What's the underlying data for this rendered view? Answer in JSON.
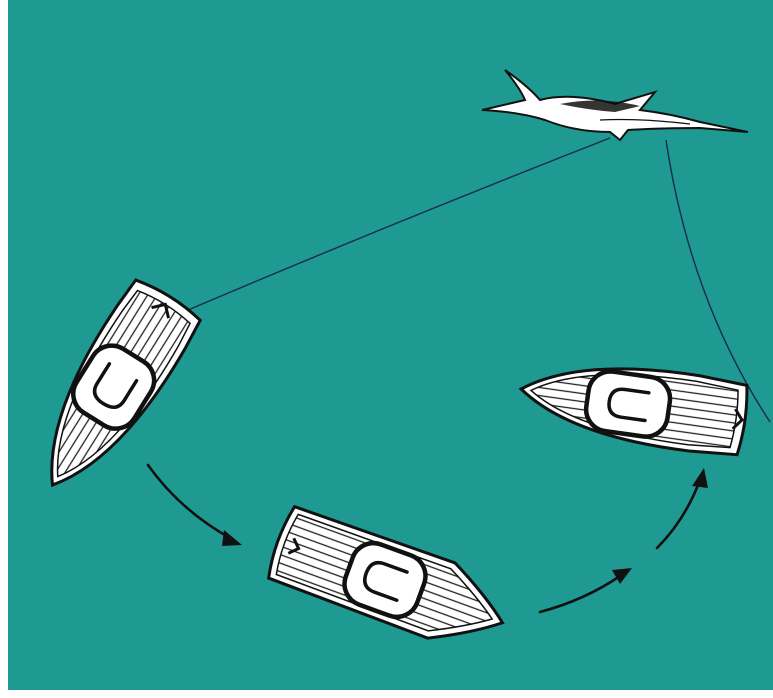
{
  "scene": {
    "subject": "marlin-fishing-boat-maneuver",
    "colors": {
      "water": "#1f9e96",
      "water_edge": "#1a8f88",
      "boat_hull": "#ffffff",
      "ink": "#111111",
      "fishing_line": "#1b2a4a",
      "fish_body": "#ffffff"
    },
    "elements": {
      "fish": "marlin-icon",
      "boats": [
        "boat-1-icon",
        "boat-2-icon",
        "boat-3-icon"
      ],
      "arrows": [
        "arrow-1",
        "arrow-2",
        "arrow-3"
      ],
      "lines": [
        "fishing-line-1",
        "fishing-line-2"
      ]
    }
  }
}
